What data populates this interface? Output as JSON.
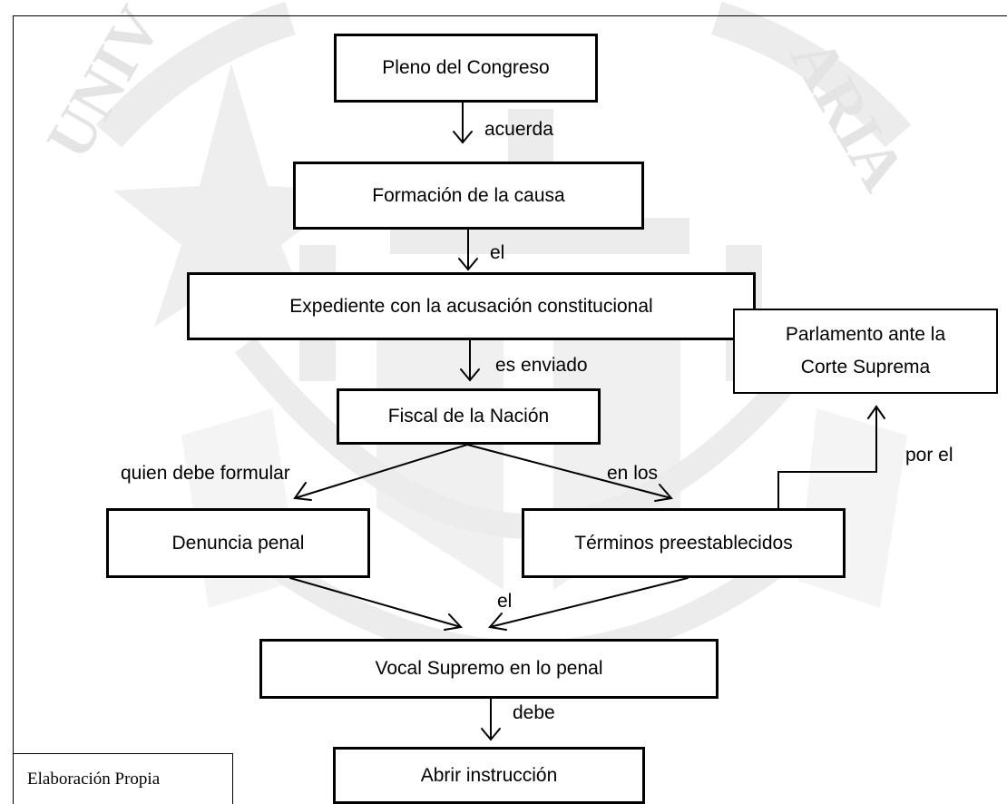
{
  "nodes": {
    "pleno": "Pleno del Congreso",
    "formacion": "Formación de la causa",
    "expediente": "Expediente con  la acusación constitucional",
    "fiscal": "Fiscal de la Nación",
    "denuncia": "Denuncia penal",
    "terminos": "Términos preestablecidos",
    "parlamento": "Parlamento ante la Corte Suprema",
    "vocal": "Vocal Supremo  en lo penal",
    "abrir": "Abrir instrucción"
  },
  "edges": {
    "acuerda": "acuerda",
    "el_1": "el",
    "es_enviado": "es enviado",
    "quien_debe": "quien debe formular",
    "en_los": "en los",
    "por_el": "por el",
    "el_2": "el",
    "debe": "debe"
  },
  "footnote": "Elaboración Propia",
  "colors": {
    "line": "#000000",
    "watermark": "#ececec"
  }
}
